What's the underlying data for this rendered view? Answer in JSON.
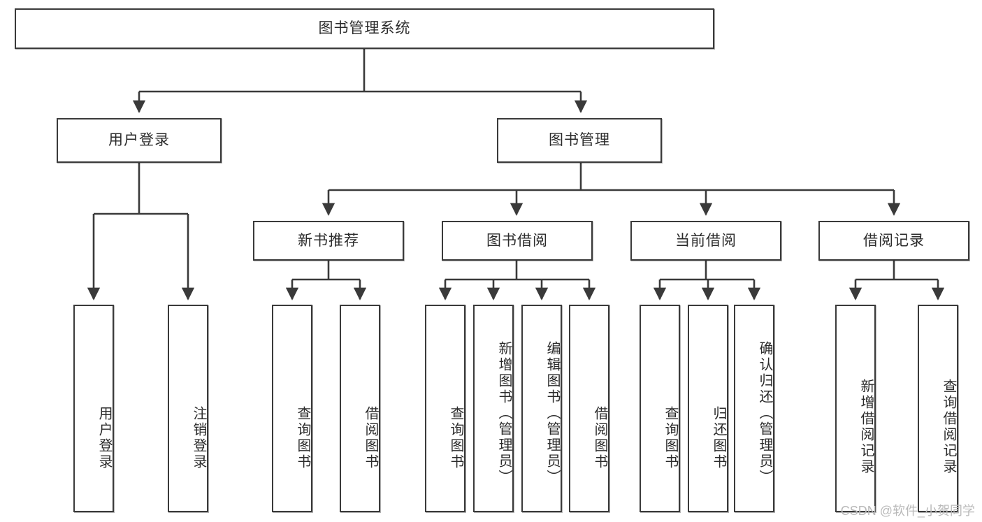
{
  "diagram": {
    "title": "图书管理系统",
    "type": "tree",
    "watermark": "CSDN @软件_小贺同学",
    "colors": {
      "box_border": "#3a3a3a",
      "box_fill": "#ffffff",
      "text": "#2b2b2b",
      "connector": "#3a3a3a",
      "watermark": "#b9b9b9"
    },
    "root": {
      "label": "图书管理系统"
    },
    "level2": [
      {
        "label": "用户登录"
      },
      {
        "label": "图书管理"
      }
    ],
    "level3": [
      {
        "label": "新书推荐"
      },
      {
        "label": "图书借阅"
      },
      {
        "label": "当前借阅"
      },
      {
        "label": "借阅记录"
      }
    ],
    "leaves": {
      "user_login": [
        {
          "label": "用户登录"
        },
        {
          "label": "注销登录"
        }
      ],
      "new_book_recommend": [
        {
          "label": "查询图书"
        },
        {
          "label": "借阅图书"
        }
      ],
      "book_borrow": [
        {
          "label": "查询图书"
        },
        {
          "label": "新增图书（管理员）"
        },
        {
          "label": "编辑图书（管理员）"
        },
        {
          "label": "借阅图书"
        }
      ],
      "current_borrow": [
        {
          "label": "查询图书"
        },
        {
          "label": "归还图书"
        },
        {
          "label": "确认归还（管理员）"
        }
      ],
      "borrow_record": [
        {
          "label": "新增借阅记录"
        },
        {
          "label": "查询借阅记录"
        }
      ]
    }
  }
}
